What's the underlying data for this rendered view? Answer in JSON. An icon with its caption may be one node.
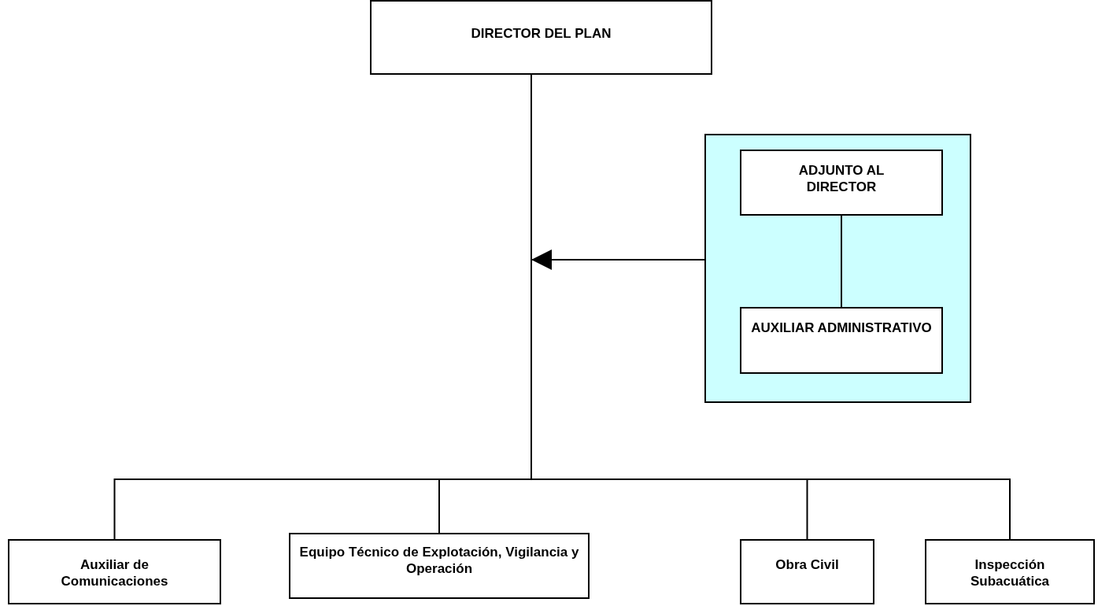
{
  "diagram": {
    "nodes": [
      {
        "text": [
          "DIRECTOR DEL PLAN"
        ]
      },
      {
        "text": [],
        "shape": "box"
      },
      {
        "text": [
          "ADJUNTO AL DIRECTOR"
        ],
        "in": 1
      },
      {
        "text": [
          "AUXILIAR ADMINISTRATIVO"
        ],
        "in": 1
      },
      {
        "text": [
          "Auxiliar de Comunicaciones"
        ]
      },
      {
        "text": [
          "Equipo Técnico de Explotación, Vigilancia y Operación"
        ]
      },
      {
        "text": [
          "Obra Civil"
        ]
      },
      {
        "text": [
          "Inspección Subacuática"
        ]
      }
    ],
    "edges": [
      {
        "from": 2,
        "to": 3,
        "arrow": "none"
      },
      {
        "from": 1,
        "to": null,
        "arrow": "to"
      },
      {
        "from": 0,
        "to": 4,
        "arrow": "none"
      },
      {
        "from": 0,
        "to": 5,
        "arrow": "none"
      },
      {
        "from": 0,
        "to": 6,
        "arrow": "none"
      },
      {
        "from": 0,
        "to": 7,
        "arrow": "none"
      }
    ]
  }
}
